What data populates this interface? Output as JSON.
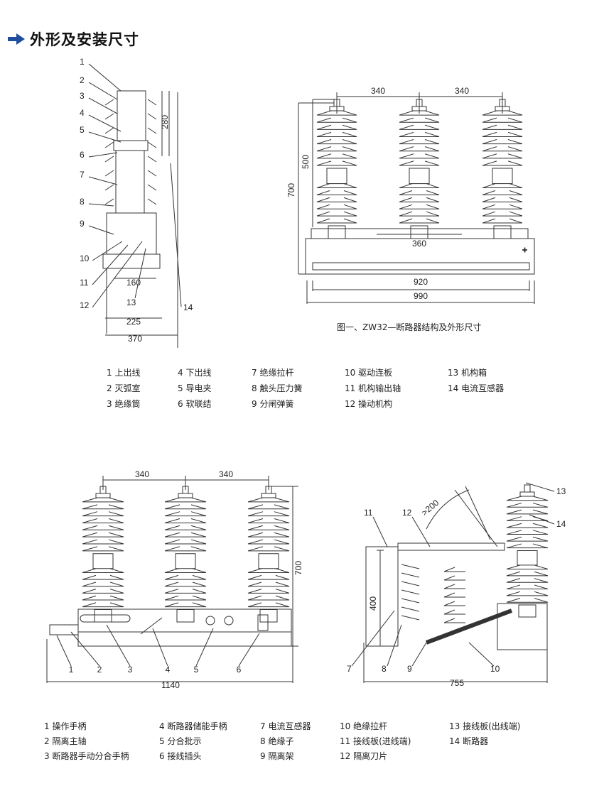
{
  "header": {
    "title": "外形及安装尺寸",
    "icon": "arrow-right-icon",
    "accent": "#1f4e9c"
  },
  "figure1": {
    "side_labels": [
      "1",
      "2",
      "3",
      "4",
      "5",
      "6",
      "7",
      "8",
      "9",
      "10",
      "11",
      "12",
      "13",
      "14"
    ],
    "dims": {
      "h280": "280",
      "w160": "160",
      "w225": "225",
      "w370": "370"
    }
  },
  "figure2": {
    "dims": {
      "w340a": "340",
      "w340b": "340",
      "h500": "500",
      "h700": "700",
      "w360": "360",
      "w920": "920",
      "w990": "990"
    },
    "caption": "图一、ZW32—断路器结构及外形尺寸"
  },
  "legend1": [
    "1 上出线",
    "2 灭弧室",
    "3 绝缘筒",
    "4 下出线",
    "5 导电夹",
    "6 软联结",
    "7 绝缘拉杆",
    "8 触头压力簧",
    "9 分闸弹簧",
    "10 驱动连板",
    "11 机构输出轴",
    "12 操动机构",
    "13 机构箱",
    "14 电流互感器"
  ],
  "figure3": {
    "labels": [
      "1",
      "2",
      "3",
      "4",
      "5",
      "6"
    ],
    "dims": {
      "w340a": "340",
      "w340b": "340",
      "h700": "700",
      "w1140": "1140"
    }
  },
  "figure4": {
    "labels": {
      "l11": "11",
      "l12": "12",
      "l13": "13",
      "l14": "14",
      "l7": "7",
      "l8": "8",
      "l9": "9",
      "l10": "10"
    },
    "dims": {
      "angle": ">200",
      "h400": "400",
      "w755": "755"
    }
  },
  "legend2": [
    "1 操作手柄",
    "2 隔离主轴",
    "3 断路器手动分合手柄",
    "4 断路器储能手柄",
    "5 分合批示",
    "6 接线插头",
    "7 电流互感器",
    "8 绝缘子",
    "9 隔离架",
    "10 绝缘拉杆",
    "11 接线板(进线端)",
    "12 隔离刀片",
    "13 接线板(出线端)",
    "14 断路器"
  ]
}
